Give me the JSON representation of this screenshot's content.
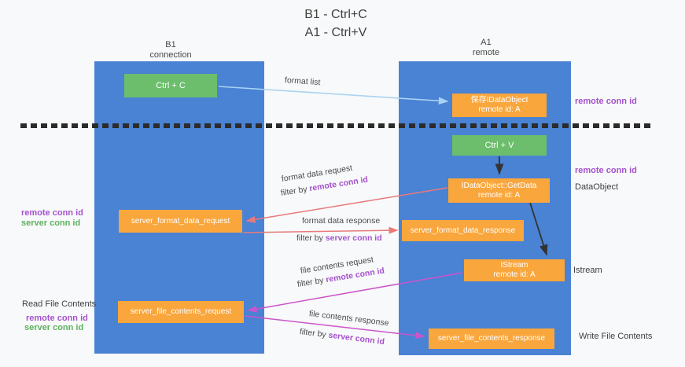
{
  "title": {
    "line1": "B1 - Ctrl+C",
    "line2": "A1 - Ctrl+V"
  },
  "lanes": {
    "b1": {
      "name": "B1",
      "role": "connection"
    },
    "a1": {
      "name": "A1",
      "role": "remote"
    }
  },
  "nodes": {
    "ctrl_c": {
      "label": "Ctrl + C"
    },
    "save_idataobject": {
      "line1": "保存IDataObject",
      "line2": "remote id: A"
    },
    "ctrl_v": {
      "label": "Ctrl + V"
    },
    "getdata": {
      "line1": "IDataObject::GetData",
      "line2": "remote id: A"
    },
    "server_format_data_request": {
      "label": "server_format_data_request"
    },
    "server_format_data_response": {
      "label": "server_format_data_response"
    },
    "istream": {
      "line1": "IStream",
      "line2": "remote id: A"
    },
    "server_file_contents_request": {
      "label": "server_file_contents_request"
    },
    "server_file_contents_response": {
      "label": "server_file_contents_response"
    }
  },
  "edge_labels": {
    "format_list": "format list",
    "format_data_request": "format data request",
    "format_data_response": "format data response",
    "file_contents_request": "file contents request",
    "file_contents_response": "file contents response",
    "filter_by": "filter by",
    "remote_conn_id": "remote conn id",
    "server_conn_id": "server conn id"
  },
  "annotations": {
    "remote_conn_id": "remote conn id",
    "server_conn_id": "server conn id",
    "dataobject": "DataObject",
    "istream": "Istream",
    "read_file_contents": "Read File Contents",
    "write_file_contents": "Write File Contents"
  },
  "colors": {
    "lane_blue": "#4a82d4",
    "node_orange": "#f9a63c",
    "node_green": "#6cbe6c",
    "label_purple": "#a552cc",
    "label_green": "#5cb15e",
    "arrow_lightblue": "#a9d3f2",
    "arrow_red": "#e87a7a",
    "arrow_magenta": "#cb55cb",
    "arrow_black": "#333333",
    "divider_black": "#2b2b2b"
  }
}
